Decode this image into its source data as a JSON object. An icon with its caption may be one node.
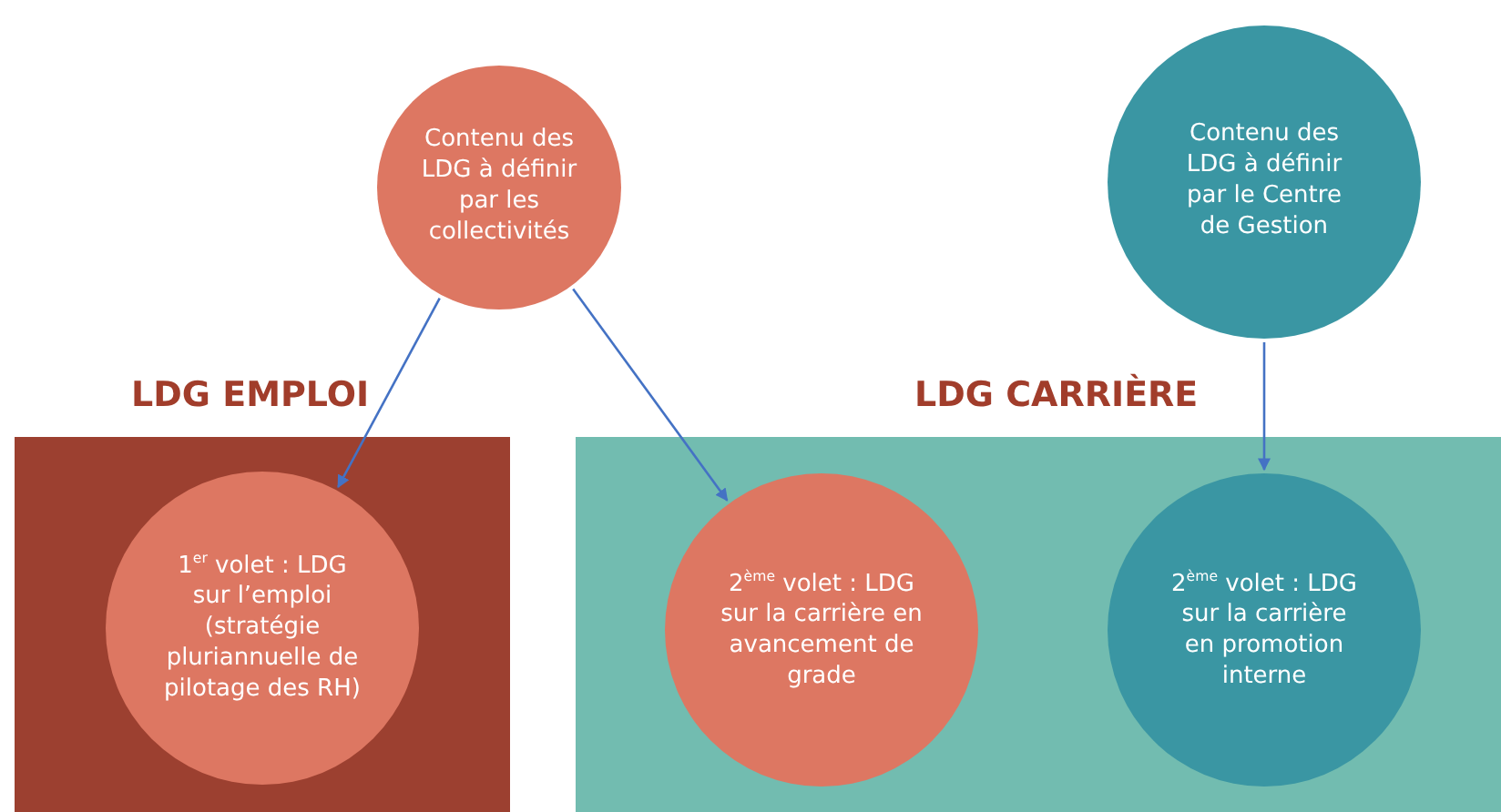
{
  "diagram": {
    "nodes": [
      {
        "text": [
          "Contenu des LDG à définir par les collectivités"
        ]
      },
      {
        "text": [
          "Contenu des LDG à définir par le Centre de Gestion"
        ]
      },
      {
        "text": [
          "LDG EMPLOI"
        ]
      },
      {
        "text": [
          "1$^{er}$ volet : LDG sur l’emploi (stratégie pluriannuelle de pilotage des RH)"
        ],
        "in": 2
      },
      {
        "text": [
          "LDG CARRIÈRE"
        ]
      },
      {
        "text": [
          "2$^{ème}$ volet : LDG sur la carrière en avancement de grade"
        ],
        "in": 4
      },
      {
        "text": [
          "2$^{ème}$ volet : LDG sur la carrière en promotion interne"
        ],
        "in": 4
      }
    ],
    "edges": [
      {
        "from": 0,
        "to": 3,
        "arrow": "to"
      },
      {
        "from": 0,
        "to": 5,
        "arrow": "to"
      },
      {
        "from": 1,
        "to": 6,
        "arrow": "to"
      }
    ]
  }
}
